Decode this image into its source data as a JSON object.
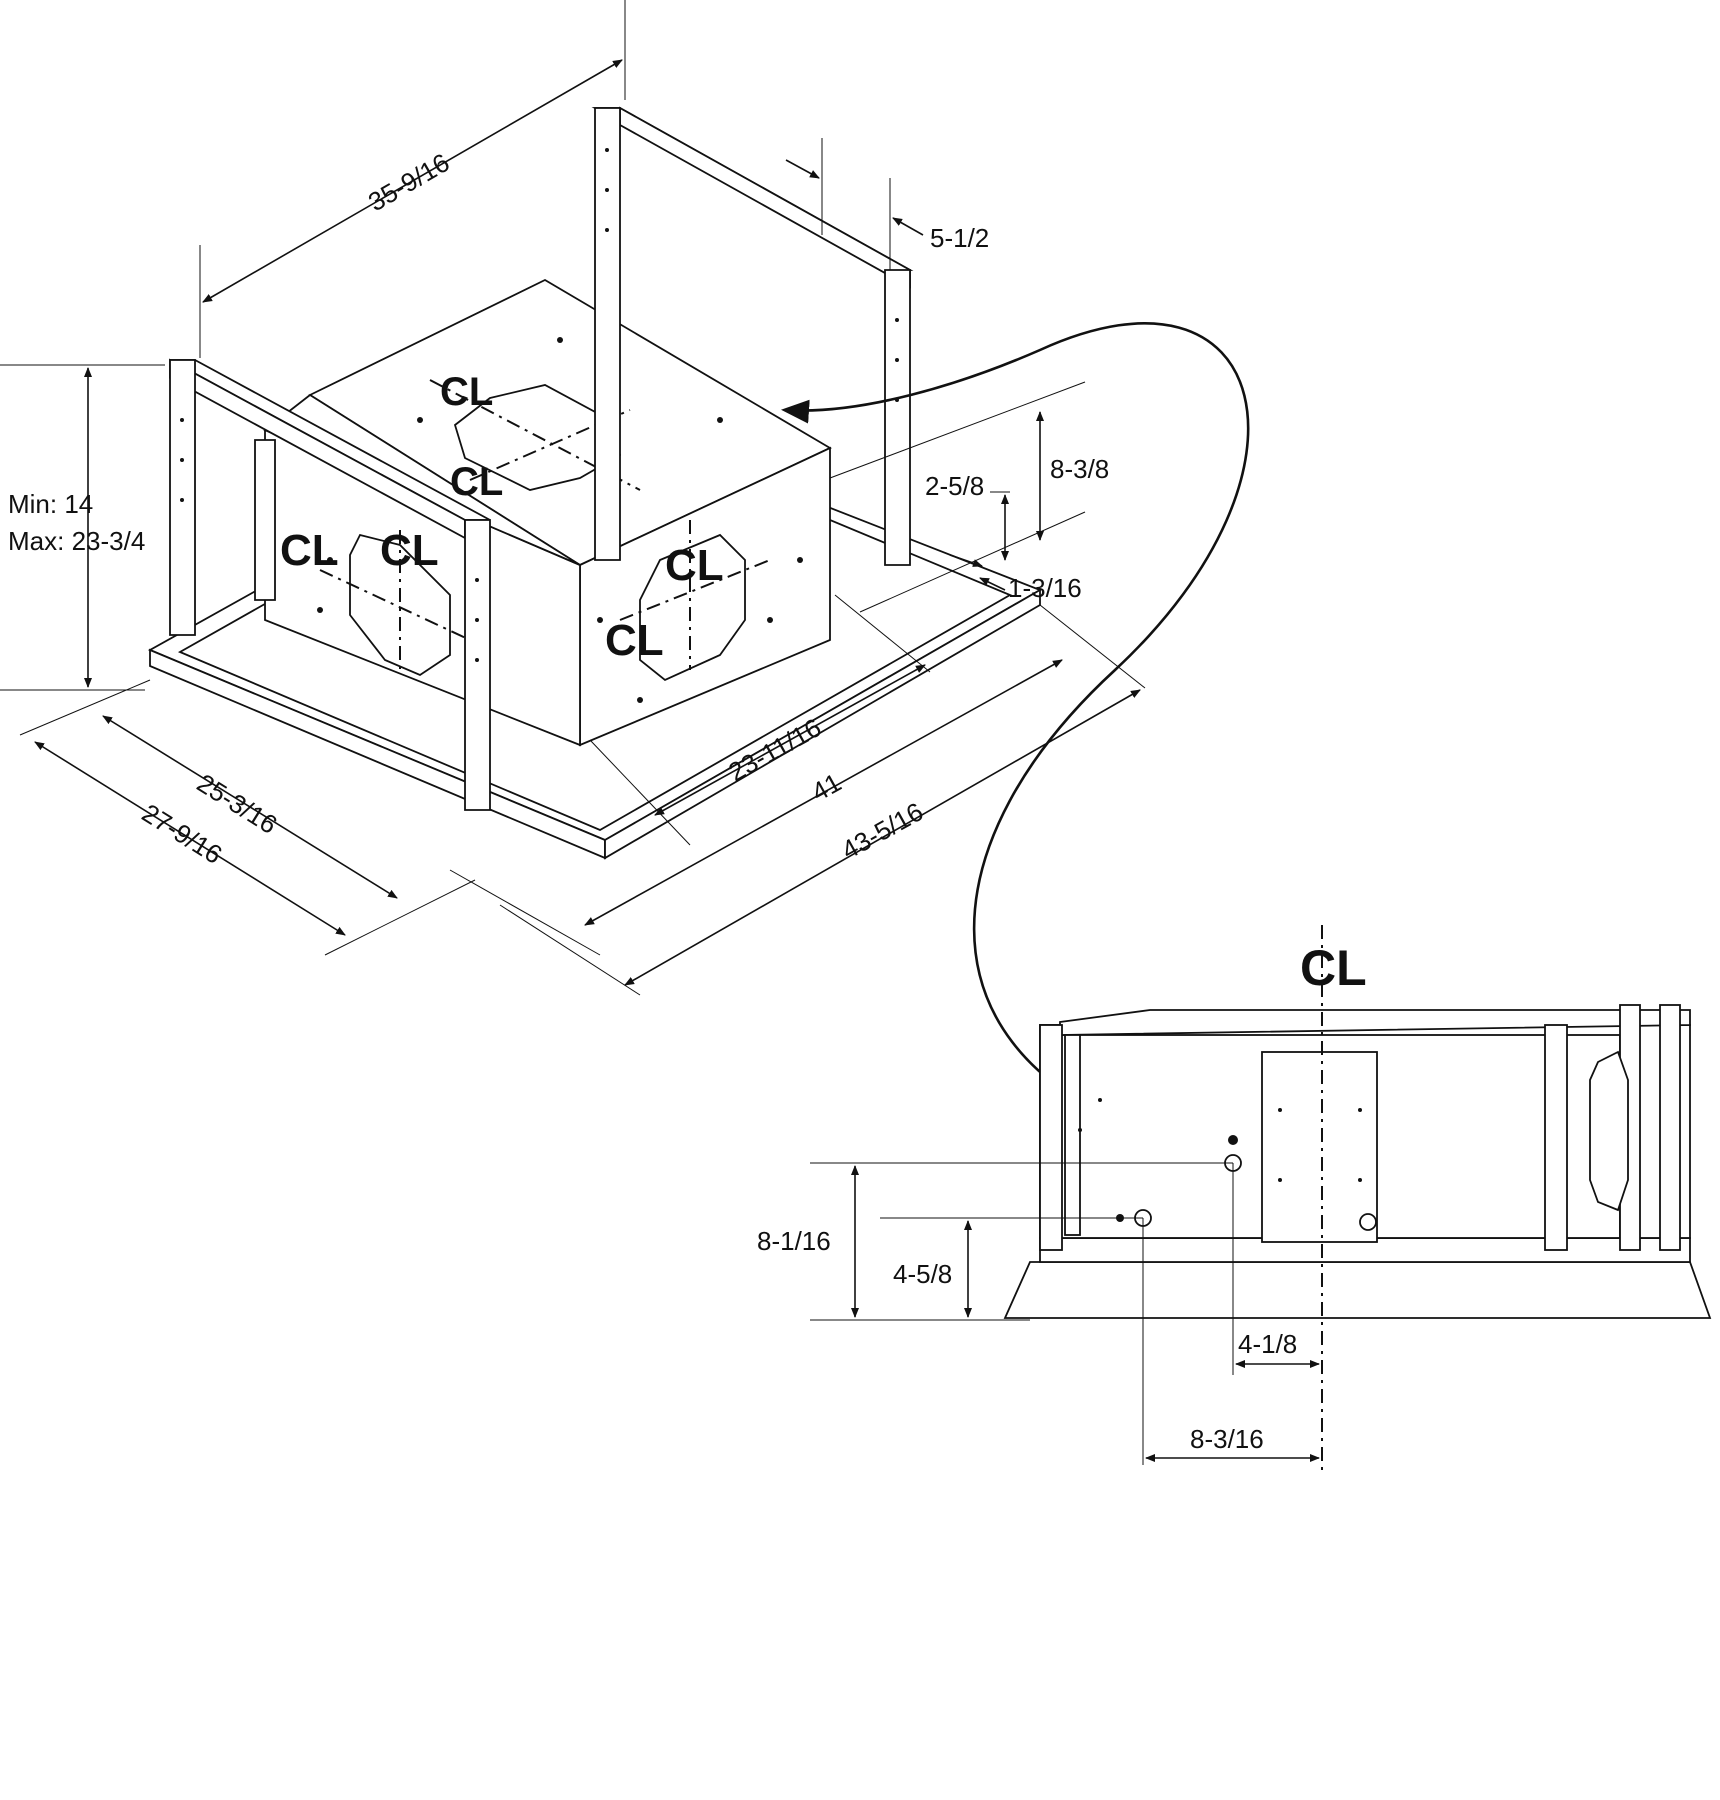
{
  "dimensions": {
    "top_width": "35-9/16",
    "rail_offset": "5-1/2",
    "height_min": "Min: 14",
    "height_max": "Max: 23-3/4",
    "flange_height": "8-3/8",
    "inner_offset": "2-5/8",
    "base_offset": "1-3/16",
    "depth_inner": "25-3/16",
    "depth_outer": "27-9/16",
    "length_body": "23-11/16",
    "length_inner": "41",
    "length_outer": "43-5/16",
    "detail_height_high": "8-1/16",
    "detail_height_low": "4-5/8",
    "detail_offset_near": "4-1/8",
    "detail_offset_far": "8-3/16"
  },
  "centerline_symbol": "CL"
}
